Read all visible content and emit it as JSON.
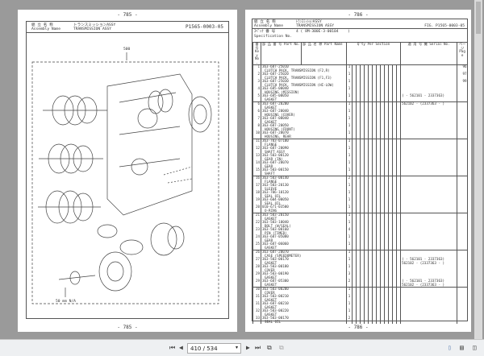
{
  "viewer": {
    "current_page": "410 / 534",
    "colors": {
      "background": "#9a9a9a",
      "toolbar": "#eef0f2"
    }
  },
  "left_page": {
    "page_top": "- 785 -",
    "page_bottom": "- 785 -",
    "assembly_label_jp": "組 立 名 称",
    "assembly_label_en": "Assembly Name",
    "assembly_name_jp": "トランスミッションASSY",
    "assembly_name_en": "TRANSMISSION ASSY",
    "fig_no": "P1565-0003-05",
    "callout_top": "500",
    "note": "50 mm N/A"
  },
  "right_page": {
    "page_top": "- 786 -",
    "page_bottom": "- 786 -",
    "assembly_label_jp": "組 立 名 称",
    "assembly_label_en": "Assembly Name",
    "assembly_name_jp": "ﾄﾗﾝｽﾐｯｼｮﾝASSY",
    "assembly_name_en": "TRANSMISSION ASSY",
    "spec_value": "4 ( 8M-300E-3-00104",
    "spec_close": ")",
    "fig": "FIG. P1565-0003-05",
    "spec_label_jp": "ｽﾍﾟｯｸ 番 号",
    "spec_label_en": "Specification No.",
    "headers": {
      "no": "番号 Key No.",
      "part_no": "部 品 番 号  Part No.",
      "part_name": "部 品 名 称  Part Name",
      "qty": "Q'ty Per Section",
      "serial": "適 用 号 機 Serial No.",
      "page": "ページ Page"
    },
    "serials": [
      "( - 562101 - 2337363)",
      "562102 - (2337363 - )"
    ],
    "rows": [
      {
        "no": "1",
        "part": "363-687-25010",
        "name": "CLUTCH PACK, TRANSMISSION (F2,R)",
        "qty": "1",
        "page": "96"
      },
      {
        "no": "2",
        "part": "363-687-25020",
        "name": "CLUTCH PACK, TRANSMISSION (F1,F3)",
        "qty": "1",
        "page": "97"
      },
      {
        "no": "3",
        "part": "363-687-25030",
        "name": "CLUTCH PACK, TRANSMISSION (HI-LOW)",
        "qty": "1",
        "page": "99"
      },
      {
        "no": "4",
        "part": "363-685-00040",
        "name": "HOUSING (MISSION)",
        "qty": "1",
        "page": ""
      },
      {
        "no": "5",
        "part": "363-685-00050",
        "name": "GASKET",
        "qty": "1",
        "page": ""
      },
      {
        "no": "6",
        "part": "363-687-20200",
        "name": "GASKET",
        "qty": "1",
        "page": ""
      },
      {
        "no": "6",
        "part": "363-687-20040",
        "name": "HOUSING (COVER)",
        "qty": "1",
        "page": ""
      },
      {
        "no": "7",
        "part": "363-687-00040",
        "name": "GASKET",
        "qty": "1",
        "page": ""
      },
      {
        "no": "8",
        "part": "363-687-20050",
        "name": "HOUSING (FRONT)",
        "qty": "1",
        "page": ""
      },
      {
        "no": "10",
        "part": "363-687-20070",
        "name": "HOUSING, REAR",
        "qty": "1",
        "page": ""
      },
      {
        "no": "11",
        "part": "363-703-07100",
        "name": "FLANGE",
        "qty": "1",
        "page": ""
      },
      {
        "no": "12",
        "part": "363-687-20090",
        "name": "SHAFT ASSY",
        "qty": "1",
        "page": ""
      },
      {
        "no": "13",
        "part": "363-503-00120",
        "name": "GEAR (IN)",
        "qty": "1",
        "page": ""
      },
      {
        "no": "14",
        "part": "363-687-20070",
        "name": "GEAR",
        "qty": "1",
        "page": ""
      },
      {
        "no": "15",
        "part": "363-503-00150",
        "name": "SHAFT",
        "qty": "1",
        "page": ""
      },
      {
        "no": "16",
        "part": "363-503-00140",
        "name": "FLANGE",
        "qty": "2",
        "page": ""
      },
      {
        "no": "17",
        "part": "363-503-20130",
        "name": "SLEEVE",
        "qty": "1",
        "page": ""
      },
      {
        "no": "18",
        "part": "363-706-10120",
        "name": "SEAL OIL",
        "qty": "1",
        "page": ""
      },
      {
        "no": "19",
        "part": "363-604-00050",
        "name": "SEAL OIL",
        "qty": "1",
        "page": ""
      },
      {
        "no": "20",
        "part": "010-671-03500",
        "name": "O-RING",
        "qty": "1",
        "page": ""
      },
      {
        "no": "21",
        "part": "363-503-20150",
        "name": "GASKET",
        "qty": "1",
        "page": ""
      },
      {
        "no": "22",
        "part": "363-503-10040",
        "name": "BOLT (W/SEAL)",
        "qty": "1",
        "page": ""
      },
      {
        "no": "23",
        "part": "363-503-00160",
        "name": "PIN (TIMED)",
        "qty": "4",
        "page": ""
      },
      {
        "no": "24",
        "part": "363-687-05080",
        "name": "GEAR",
        "qty": "1",
        "page": ""
      },
      {
        "no": "25",
        "part": "363-687-06060",
        "name": "GASKET",
        "qty": "1",
        "page": ""
      },
      {
        "no": "26",
        "part": "363-687-20070",
        "name": "CASE (SPEEDOMETER)",
        "qty": "1",
        "page": ""
      },
      {
        "no": "27",
        "part": "363-503-00170",
        "name": "GASKET",
        "qty": "1",
        "page": ""
      },
      {
        "no": "28",
        "part": "363-503-00180",
        "name": "COVER",
        "qty": "1",
        "page": ""
      },
      {
        "no": "29",
        "part": "363-503-00190",
        "name": "GASKET",
        "qty": "3",
        "page": ""
      },
      {
        "no": "29",
        "part": "363-687-05300",
        "name": "GASKET",
        "qty": "2",
        "page": ""
      },
      {
        "no": "30",
        "part": "363-503-00200",
        "name": "COVER",
        "qty": "1",
        "page": ""
      },
      {
        "no": "31",
        "part": "363-503-00210",
        "name": "GASKET",
        "qty": "1",
        "page": ""
      },
      {
        "no": "31",
        "part": "363-687-00210",
        "name": "GASKET",
        "qty": "1",
        "page": ""
      },
      {
        "no": "32",
        "part": "363-503-00220",
        "name": "GASKET",
        "qty": "1",
        "page": ""
      },
      {
        "no": "33",
        "part": "363-503-00170",
        "name": "SEAL OIL",
        "qty": "2",
        "page": ""
      }
    ]
  }
}
